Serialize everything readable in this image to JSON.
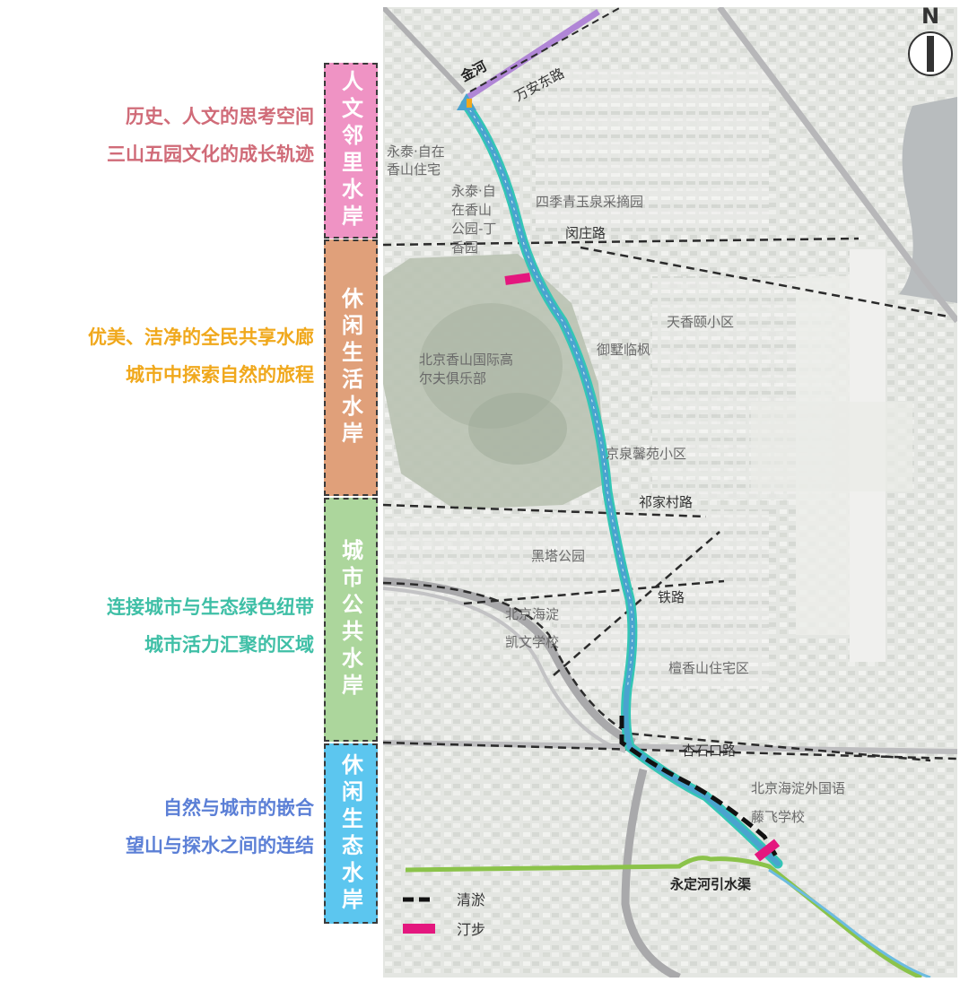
{
  "zones": [
    {
      "title": "人文邻里水岸",
      "color": "#ef93c4",
      "slogans": [
        {
          "text": "历史、人文的思考空间",
          "color": "#d06b78"
        },
        {
          "text": "三山五园文化的成长轨迹",
          "color": "#d06b78"
        }
      ]
    },
    {
      "title": "休闲生活水岸",
      "color": "#e0a07a",
      "slogans": [
        {
          "text": "优美、洁净的全民共享水廊",
          "color": "#f0a81c"
        },
        {
          "text": "城市中探索自然的旅程",
          "color": "#f0a81c"
        }
      ]
    },
    {
      "title": "城市公共水岸",
      "color": "#acd69c",
      "slogans": [
        {
          "text": "连接城市与生态绿色纽带",
          "color": "#3fbfa6"
        },
        {
          "text": "城市活力汇聚的区域",
          "color": "#3fbfa6"
        }
      ]
    },
    {
      "title": "休闲生态水岸",
      "color": "#5cc6ef",
      "slogans": [
        {
          "text": "自然与城市的嵌合",
          "color": "#5b7fd6"
        },
        {
          "text": "望山与探水之间的连结",
          "color": "#5b7fd6"
        }
      ]
    }
  ],
  "north": "N",
  "map_labels": {
    "jinhe": "金河",
    "wanan": "万安东路",
    "yongtai_a1": "永泰·自在",
    "yongtai_a2": "香山住宅",
    "yongtai_b1": "永泰·自",
    "yongtai_b2": "在香山",
    "yongtai_b3": "公园-丁",
    "yongtai_b4": "香园",
    "siji": "四季青玉泉采摘园",
    "minzhuang": "闵庄路",
    "tianxiang": "天香颐小区",
    "yushu": "御墅临枫",
    "golf1": "北京香山国际高",
    "golf2": "尔夫俱乐部",
    "jingquan": "京泉馨苑小区",
    "qijia": "祁家村路",
    "heita": "黑塔公园",
    "railway": "铁路",
    "kaiwen1": "北京海淀",
    "kaiwen2": "凯文学校",
    "tanxiang": "檀香山住宅区",
    "xiangshi": "杏石口路",
    "tengfei1": "北京海淀外国语",
    "tengfei2": "藤飞学校",
    "yongding": "永定河引水渠"
  },
  "legend": [
    {
      "label": "清淤",
      "icon": "dashed-line"
    },
    {
      "label": "汀步",
      "icon": "magenta-bar"
    }
  ],
  "colors": {
    "river": "#4aa3cf",
    "river_edge": "#34c6b5",
    "green_channel": "#8bc34a",
    "purple_river": "#b086d6",
    "marker": "#e4177e"
  }
}
